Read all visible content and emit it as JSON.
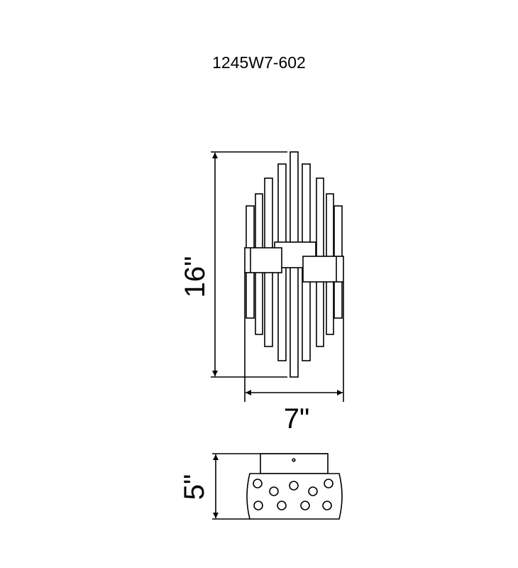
{
  "title": "1245W7-602",
  "dimensions": {
    "height": "16\"",
    "width": "7\"",
    "depth": "5\""
  }
}
